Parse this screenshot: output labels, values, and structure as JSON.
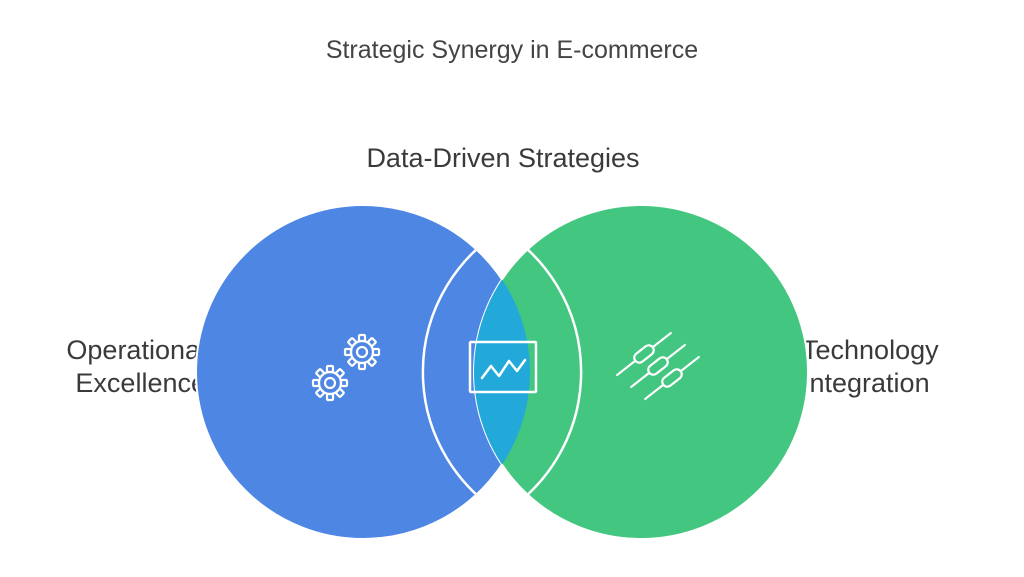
{
  "title": "Strategic Synergy in E-commerce",
  "sets": {
    "left": {
      "label_line1": "Operational",
      "label_line2": "Excellence",
      "color": "#4e86e4",
      "icon": "gears-icon"
    },
    "right": {
      "label_line1": "Technology",
      "label_line2": "Integration",
      "color": "#43c680",
      "icon": "resistors-icon"
    },
    "overlap": {
      "label": "Data-Driven Strategies",
      "color": "#23a9d9",
      "icon": "line-chart-icon"
    }
  },
  "colors": {
    "outline": "#ffffff",
    "text": "#3a3a3a"
  }
}
